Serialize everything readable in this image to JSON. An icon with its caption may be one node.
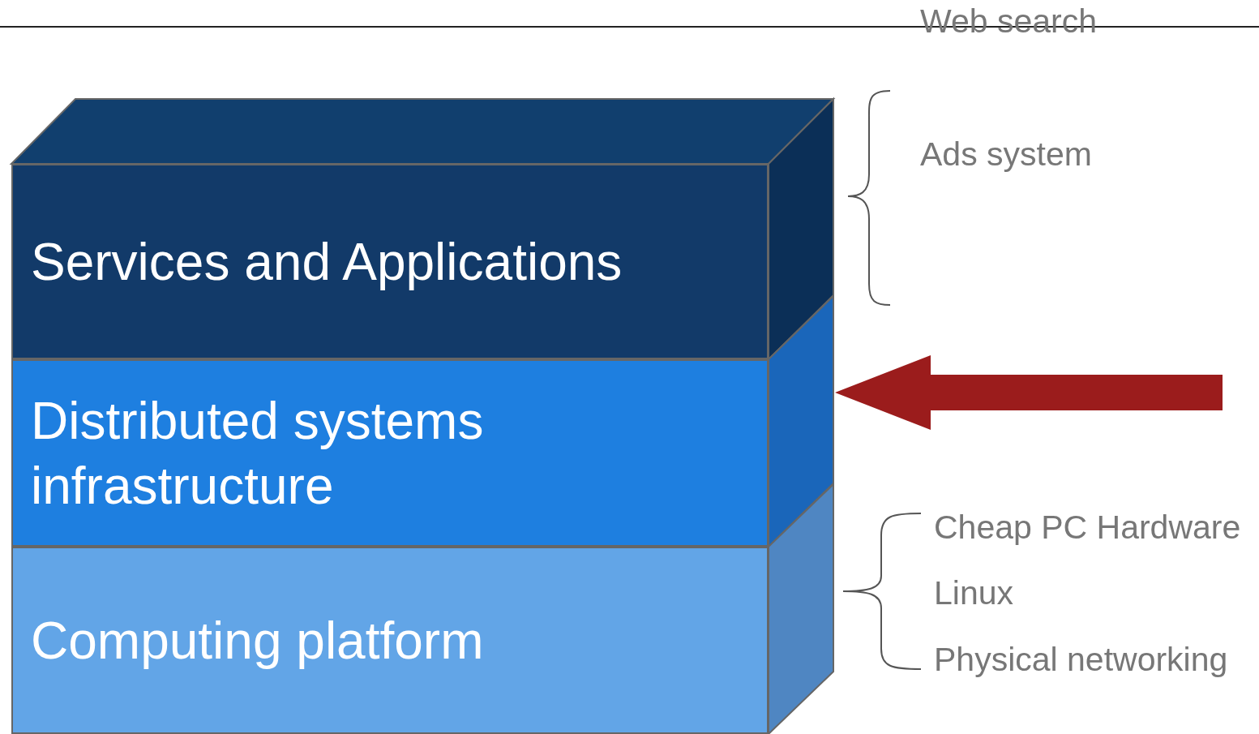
{
  "diagram": {
    "nodes": [
      {
        "text": [
          "Services and Applications"
        ]
      },
      {
        "text": [
          "Distributed systems infrastructure"
        ]
      },
      {
        "text": [
          "Computing platform"
        ]
      }
    ],
    "edges": [
      {
        "from": null,
        "to": 1,
        "arrow": "to",
        "color": "#9b1c1c"
      }
    ],
    "labels": [
      "Web search",
      "Ads system",
      "Cheap PC Hardware",
      "Linux",
      "Physical networking"
    ]
  }
}
